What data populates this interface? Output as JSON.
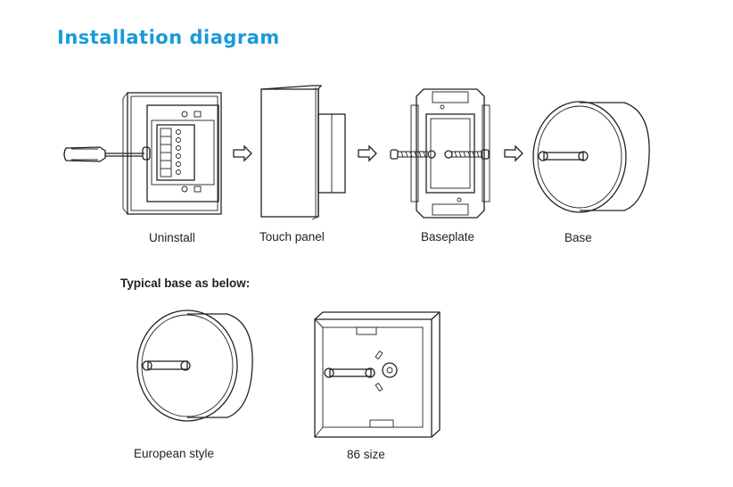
{
  "title": "Installation diagram",
  "steps": [
    {
      "label": "Uninstall"
    },
    {
      "label": "Touch panel"
    },
    {
      "label": "Baseplate"
    },
    {
      "label": "Base"
    }
  ],
  "typical": {
    "heading": "Typical base as below:",
    "items": [
      {
        "label": "European style"
      },
      {
        "label": "86 size"
      }
    ]
  }
}
